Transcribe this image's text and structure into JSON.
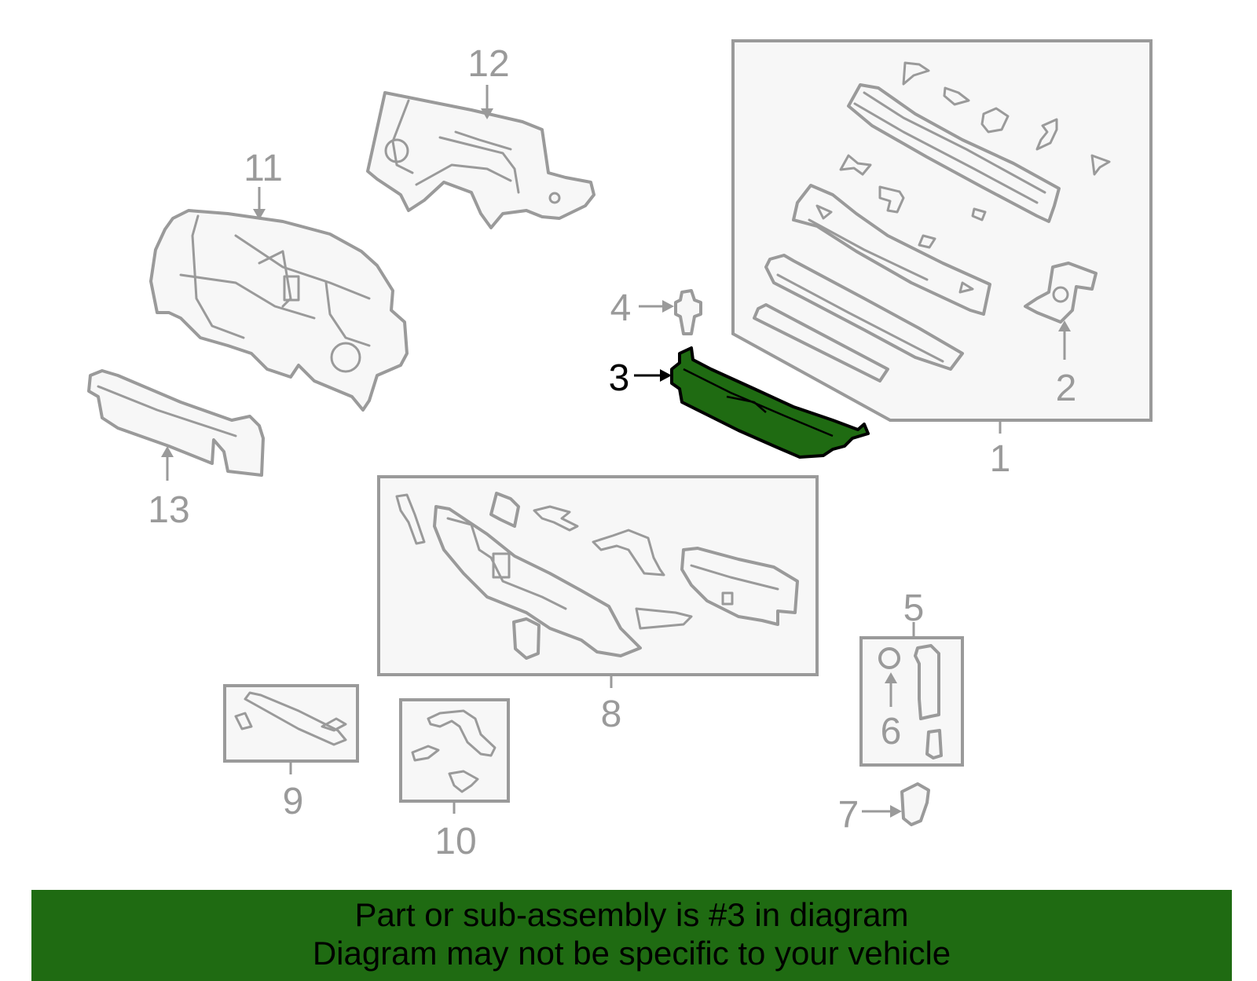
{
  "callouts": {
    "c1": "1",
    "c2": "2",
    "c3": "3",
    "c4": "4",
    "c5": "5",
    "c6": "6",
    "c7": "7",
    "c8": "8",
    "c9": "9",
    "c10": "10",
    "c11": "11",
    "c12": "12",
    "c13": "13"
  },
  "highlight": {
    "color": "#1f6b12",
    "part": "3"
  },
  "banner": {
    "line1": "Part or sub-assembly is #3 in diagram",
    "line2": "Diagram may not be specific to your vehicle"
  }
}
